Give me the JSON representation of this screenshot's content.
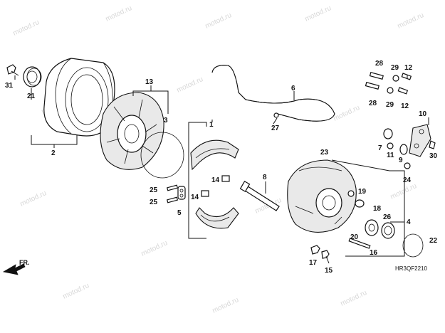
{
  "diagram_code": "HR3QF2210",
  "direction_label": "FR.",
  "watermark": "motod.ru",
  "callouts": {
    "c1": "1",
    "c2": "2",
    "c3": "3",
    "c4": "4",
    "c5": "5",
    "c6": "6",
    "c7": "7",
    "c8": "8",
    "c9": "9",
    "c10": "10",
    "c11": "11",
    "c12a": "12",
    "c12b": "12",
    "c13": "13",
    "c14a": "14",
    "c14b": "14",
    "c15": "15",
    "c16": "16",
    "c17": "17",
    "c18": "18",
    "c19": "19",
    "c20": "20",
    "c21": "21",
    "c22": "22",
    "c23": "23",
    "c24": "24",
    "c25a": "25",
    "c25b": "25",
    "c26": "26",
    "c27": "27",
    "c28a": "28",
    "c28b": "28",
    "c29a": "29",
    "c29b": "29",
    "c30": "30",
    "c31": "31"
  }
}
